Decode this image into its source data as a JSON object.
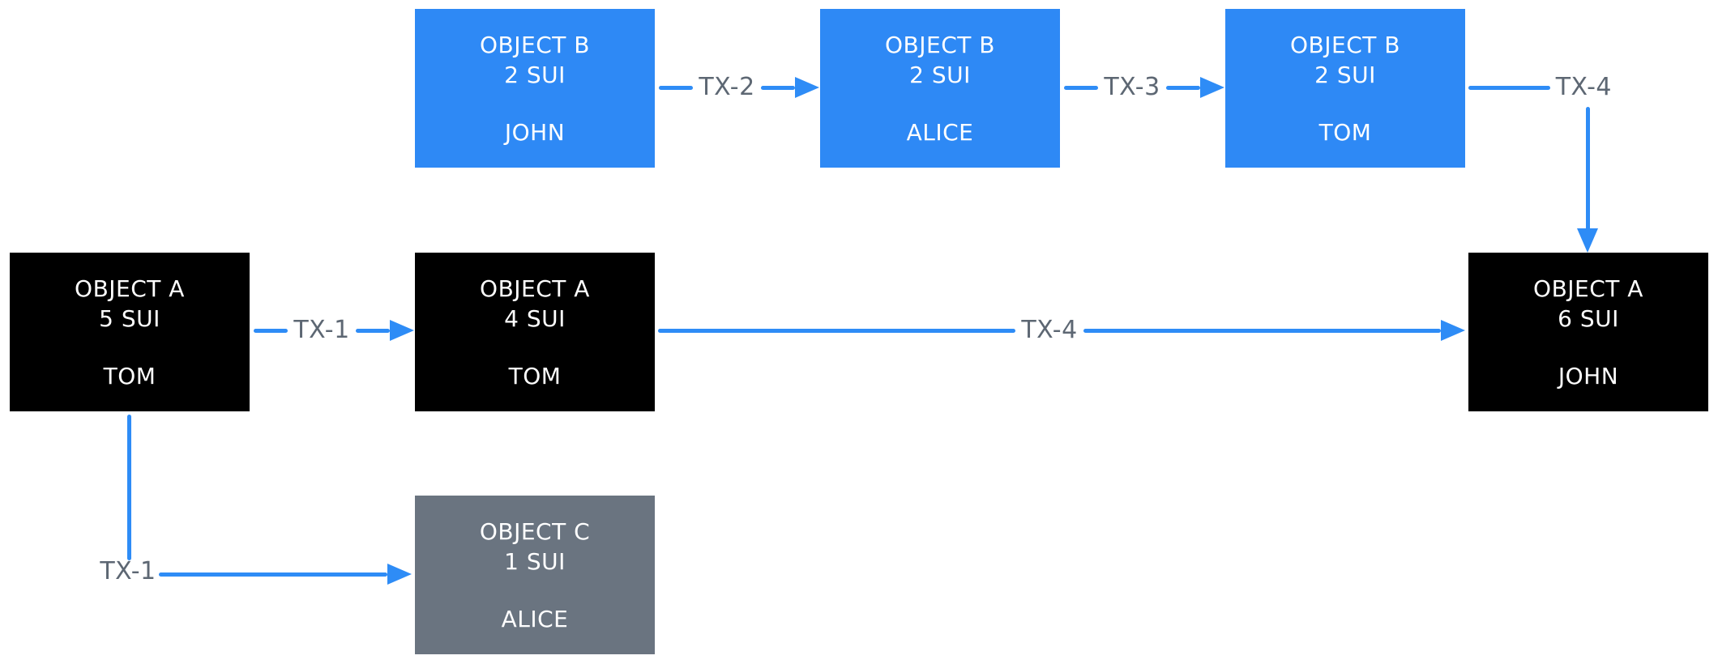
{
  "diagram": {
    "description": "Sui object ownership flow diagram",
    "nodes": {
      "b_john": {
        "title": "OBJECT B",
        "amount": "2 SUI",
        "owner": "JOHN",
        "variant": "blue"
      },
      "b_alice": {
        "title": "OBJECT B",
        "amount": "2 SUI",
        "owner": "ALICE",
        "variant": "blue"
      },
      "b_tom": {
        "title": "OBJECT B",
        "amount": "2 SUI",
        "owner": "TOM",
        "variant": "blue"
      },
      "a_tom5": {
        "title": "OBJECT A",
        "amount": "5 SUI",
        "owner": "TOM",
        "variant": "black"
      },
      "a_tom4": {
        "title": "OBJECT A",
        "amount": "4 SUI",
        "owner": "TOM",
        "variant": "black"
      },
      "a_john6": {
        "title": "OBJECT A",
        "amount": "6 SUI",
        "owner": "JOHN",
        "variant": "black"
      },
      "c_alice": {
        "title": "OBJECT C",
        "amount": "1 SUI",
        "owner": "ALICE",
        "variant": "gray"
      }
    },
    "edges": {
      "tx1_mid": {
        "label": "TX-1",
        "from": "a_tom5",
        "to": "a_tom4"
      },
      "tx1_down": {
        "label": "TX-1",
        "from": "a_tom5",
        "to": "c_alice"
      },
      "tx2": {
        "label": "TX-2",
        "from": "b_john",
        "to": "b_alice"
      },
      "tx3": {
        "label": "TX-3",
        "from": "b_alice",
        "to": "b_tom"
      },
      "tx4_long": {
        "label": "TX-4",
        "from": "a_tom4",
        "to": "a_john6"
      },
      "tx4_top": {
        "label": "TX-4",
        "from": "b_tom",
        "to": "a_john6"
      }
    },
    "colors": {
      "blue": "#2E89F5",
      "black": "#000000",
      "gray": "#6A7480",
      "arrow": "#2E8CF6",
      "label": "#5D6773",
      "text": "#FFFFFF",
      "bg": "#FFFFFF"
    }
  }
}
